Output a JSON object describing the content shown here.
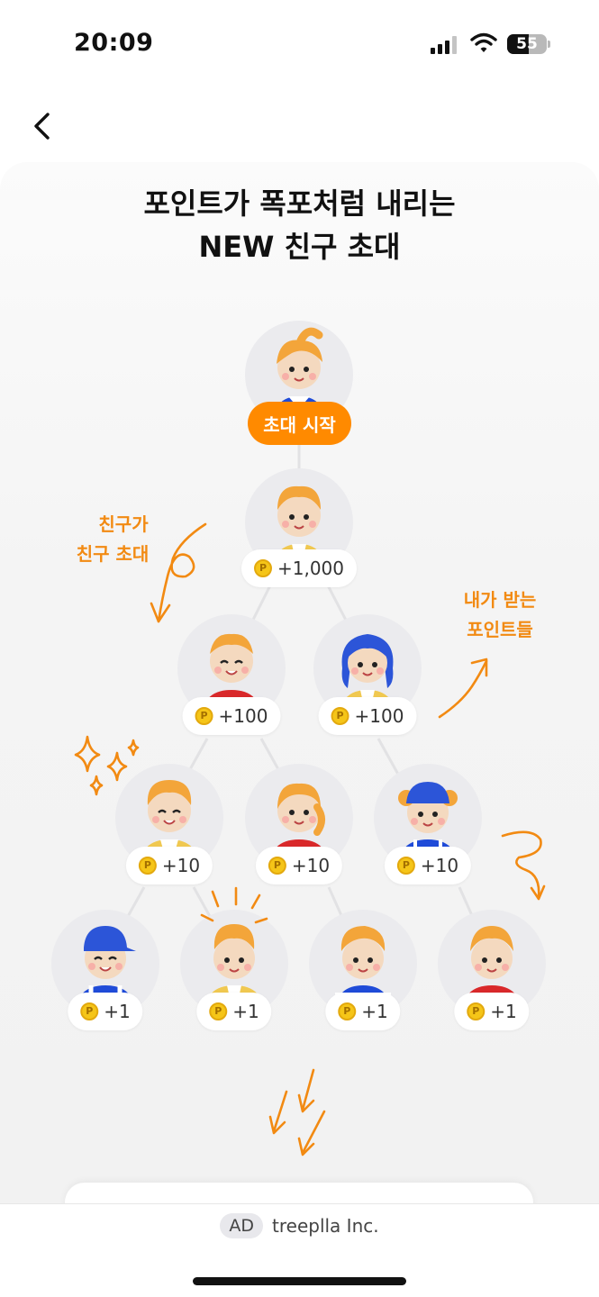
{
  "status_bar": {
    "time": "20:09",
    "battery_level": "55"
  },
  "header": {
    "back_icon": "chevron-left-icon"
  },
  "title": {
    "line1": "포인트가 폭포처럼 내리는",
    "line2": "NEW 친구 초대"
  },
  "root": {
    "button_label": "초대 시작"
  },
  "tree": {
    "level1": [
      {
        "points": "+1,000"
      }
    ],
    "level2": [
      {
        "points": "+100"
      },
      {
        "points": "+100"
      }
    ],
    "level3": [
      {
        "points": "+10"
      },
      {
        "points": "+10"
      },
      {
        "points": "+10"
      }
    ],
    "level4": [
      {
        "points": "+1"
      },
      {
        "points": "+1"
      },
      {
        "points": "+1"
      },
      {
        "points": "+1"
      }
    ]
  },
  "notes": {
    "left_line1": "친구가",
    "left_line2": "친구 초대",
    "right_line1": "내가 받는",
    "right_line2": "포인트들"
  },
  "bottom_card": {
    "partial_text": "~~ ~ ~~ ~~~ · ~~ ~~ ~~~~"
  },
  "ad_bar": {
    "badge": "AD",
    "company": "treeplla Inc."
  },
  "colors": {
    "accent": "#ff8a00",
    "note": "#f28a12",
    "coin": "#f5c518",
    "avatar_bg": "#ebebee"
  }
}
